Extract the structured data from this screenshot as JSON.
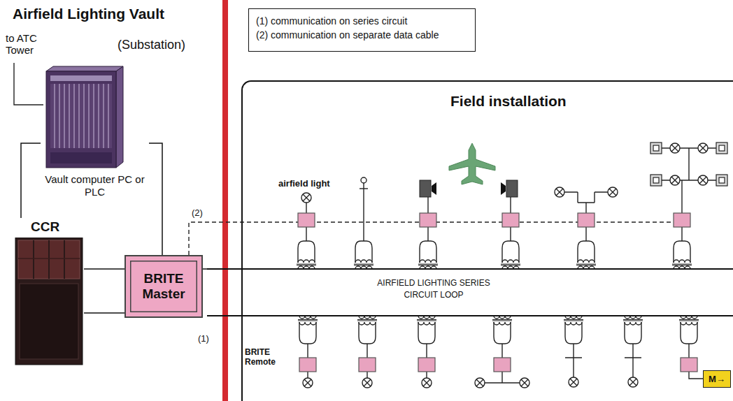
{
  "diagram": {
    "title": "Airfield Lighting Vault",
    "nodes": [
      {
        "text": [
          "(1) communication on series circuit",
          "(2) communication on separate data cable"
        ]
      },
      {
        "text": [
          "Vault computer PC or PLC"
        ]
      },
      {
        "text": [
          "CCR"
        ]
      },
      {
        "text": [
          "BRITE Master"
        ]
      },
      {
        "text": [
          "Field installation"
        ]
      },
      {
        "text": [
          "AIRFIELD LIGHTING SERIES CIRCUIT LOOP"
        ]
      },
      {
        "text": [
          "M→"
        ],
        "in": 4
      }
    ],
    "edges": [
      {
        "from": 1,
        "to": 2,
        "arrow": "none"
      },
      {
        "from": 1,
        "to": 3,
        "arrow": "none"
      },
      {
        "from": 2,
        "to": 3,
        "arrow": "none"
      },
      {
        "from": 2,
        "to": 3,
        "arrow": "none"
      },
      {
        "from": 3,
        "to": 5,
        "arrow": "none"
      }
    ],
    "labels": [
      "to ATC Tower",
      "(Substation)",
      "(2)",
      "airfield light",
      "(1)",
      "BRITE Remote"
    ]
  }
}
